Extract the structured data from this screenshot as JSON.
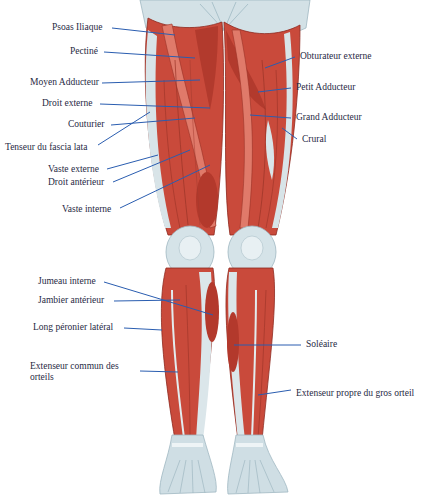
{
  "diagram": {
    "labels": [
      "Psoas Iliaque",
      "Pectiné",
      "Moyen Adducteur",
      "Droit externe",
      "Couturier",
      "Tenseur du fascia lata",
      "Vaste externe",
      "Droit antérieur",
      "Vaste interne",
      "Jumeau interne",
      "Jambier antérieur",
      "Long péronier latéral",
      "Extenseur commun des orteils",
      "Obturateur externe",
      "Petit Adducteur",
      "Grand Adducteur",
      "Crural",
      "Soléaire",
      "Extenseur propre du gros orteil"
    ]
  }
}
